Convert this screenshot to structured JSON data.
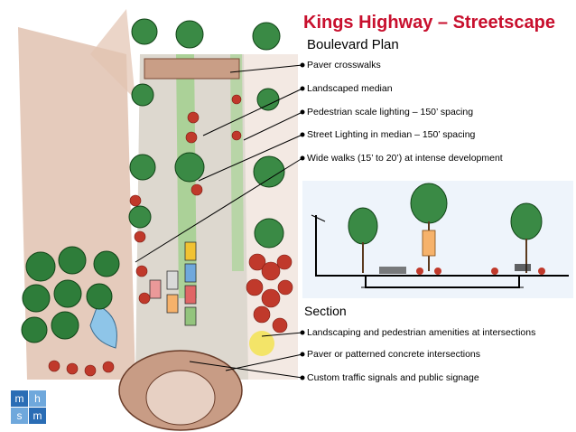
{
  "header": {
    "title": "Kings Highway – Streetscape",
    "subtitle": "Boulevard Plan"
  },
  "plan_callouts": [
    "Paver crosswalks",
    "Landscaped median",
    "Pedestrian scale lighting – 150’ spacing",
    "Street Lighting in median – 150’ spacing",
    "Wide walks (15’ to 20’) at intense development"
  ],
  "section": {
    "heading": "Section",
    "callouts": [
      "Landscaping and pedestrian amenities at intersections",
      "Paver or patterned concrete intersections",
      "Custom traffic signals and public signage"
    ]
  },
  "logo": {
    "letters": [
      "m",
      "h",
      "s",
      "m"
    ],
    "colors": [
      "#2a6db5",
      "#6fa8dc",
      "#6fa8dc",
      "#2a6db5"
    ]
  },
  "colors": {
    "title": "#c8102e",
    "tree_green": "#2e7d3a",
    "flower_red": "#c0392b",
    "median_green": "#8fbf7a",
    "sidewalk_tan": "#d9b8a6",
    "asphalt_gray": "#d8d4cc"
  }
}
